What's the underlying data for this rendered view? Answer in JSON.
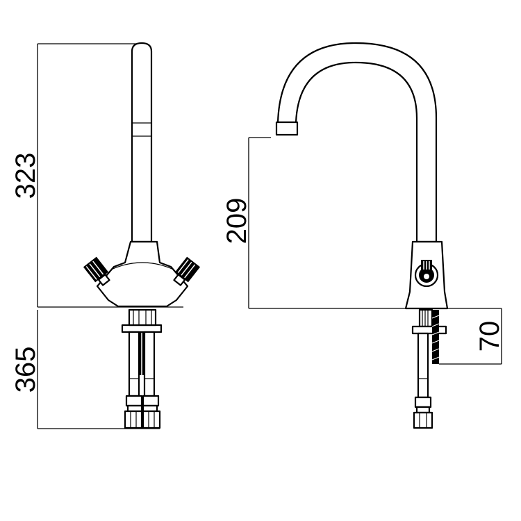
{
  "dimensions": {
    "total_height_above_deck": "323",
    "tail_length_below_deck": "365",
    "spout_outlet_height": "209",
    "tail_offset": "70"
  }
}
